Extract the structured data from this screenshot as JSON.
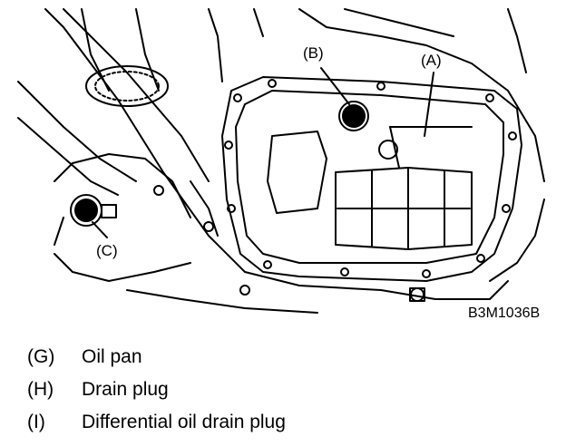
{
  "figure": {
    "callouts": {
      "a": "(A)",
      "b": "(B)",
      "c": "(C)"
    },
    "figure_code": "B3M1036B"
  },
  "legend": [
    {
      "key": "(G)",
      "text": "Oil pan"
    },
    {
      "key": "(H)",
      "text": "Drain plug"
    },
    {
      "key": "(I)",
      "text": "Differential oil drain plug"
    }
  ]
}
